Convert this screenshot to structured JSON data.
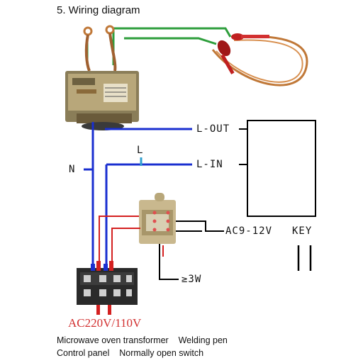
{
  "title": "5.  Wiring diagram",
  "labels": {
    "l_out": "L-OUT",
    "l_in": "L-IN",
    "l": "L",
    "n": "N",
    "ac_low": "AC9-12V",
    "key": "KEY",
    "power": "≥3W",
    "ac_mains": "AC220V/110V"
  },
  "captions": {
    "line1": "Microwave oven transformer    Welding pen",
    "line2": "Control panel    Normally open switch"
  },
  "colors": {
    "blue_wire": "#1a2fd0",
    "green_wire": "#2e9e3c",
    "red_wire": "#d42020",
    "copper": "#c07838"
  }
}
